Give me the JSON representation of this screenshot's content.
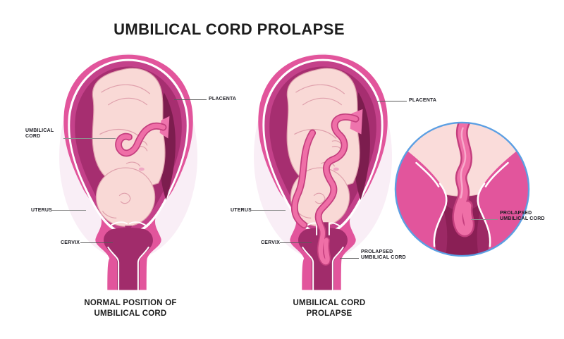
{
  "title": "UMBILICAL CORD PROLAPSE",
  "palette": {
    "uterus_wall_pink": "#e2559c",
    "inner_band_magenta": "#c4418a",
    "cavity_magenta": "#a62e70",
    "canal_dark": "#a12c6b",
    "placenta_dark": "#7c1d4e",
    "fetus_skin": "#f9d9d6",
    "cord_pink": "#ef6fa7",
    "cord_outline": "#c43f7e",
    "inset_ring_blue": "#5b9fe3",
    "label_text": "#1d1d24",
    "background": "#ffffff"
  },
  "diagrams": {
    "normal": {
      "caption": "NORMAL POSITION OF\nUMBILICAL CORD",
      "labels": {
        "placenta": "PLACENTA",
        "umbilical_cord": "UMBILICAL\nCORD",
        "uterus": "UTERUS",
        "cervix": "CERVIX"
      }
    },
    "prolapse": {
      "caption": "UMBILICAL CORD\nPROLAPSE",
      "labels": {
        "placenta": "PLACENTA",
        "uterus": "UTERUS",
        "cervix": "CERVIX",
        "prolapsed_cord": "PROLAPSED\nUMBILICAL CORD"
      }
    },
    "inset": {
      "labels": {
        "prolapsed_cord": "PROLAPSED\nUMBILICAL CORD"
      }
    }
  }
}
